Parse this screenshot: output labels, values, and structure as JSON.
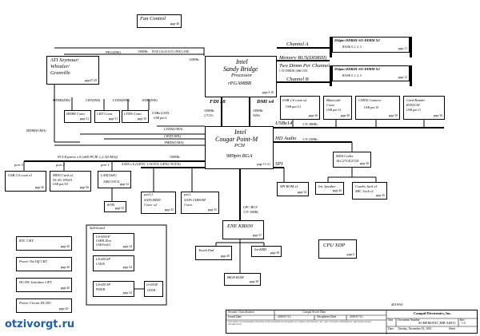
{
  "fan": {
    "title": "Fan Control",
    "page": "page 40"
  },
  "cpu": {
    "brand": "Intel",
    "name": "Sandy Bridge",
    "sub": "Processor",
    "pkg": "rPGA988B",
    "page": "page 4-10"
  },
  "pch": {
    "brand": "Intel",
    "name": "Cougar Point-M",
    "sub": "PCH",
    "pkg": "989pin BGA",
    "page": "page 13~21"
  },
  "gpu": {
    "l1": "ATI Seymour/",
    "l2": "Whistler/",
    "l3": "Granville",
    "page": "page27-29"
  },
  "dimm": [
    {
      "title": "204pin DDRIII-SO-DIMM X2",
      "bank": "BANK 0, 1, 2, 3",
      "page": "page 11"
    },
    {
      "title": "204pin DDRIII-SO-DIMM X2",
      "bank": "BANK 0, 1, 2, 3",
      "page": "page 12"
    }
  ],
  "channel_a": "Channel A",
  "channel_b": "Channel B",
  "mem_bus": "Memory BUS(DDRIII)",
  "mem_bus2": "Two Dimm Per Channel",
  "mem_bus3": "1.5V DDRIII 1066/1333",
  "peg": "PEG(DIS)",
  "peg_spec": "PCIE 2.0x16  5GT/s PER LANE",
  "peg_speed": "100MHz",
  "cpu_speed": "120MHz",
  "fdi": "FDI x8",
  "dmi": "DMI x4",
  "fdi_speed": "100MHz",
  "fdi_rate": "2.7GT/s",
  "dmi_speed": "100MHz",
  "dmi_rate": "5GB/s",
  "hdmi_dis": "HDMI(DIS)",
  "crt_dis": "CRT(DIS)",
  "lvds_dis": "LVDS(DIS)",
  "edp_dis": "EDP(DIS)",
  "hdmi_uma": "HDMI(UMA)",
  "lvds_uma": "LVDS(UMA)",
  "crt_uma": "CRT(UMA)",
  "tmds_uma": "TMDS(UMA)",
  "hdmi_conn": {
    "title": "HDMI Conn.",
    "page": "page 31"
  },
  "crt_conn": {
    "title": "CRT Conn.",
    "page": "page 31"
  },
  "lvds_conn": {
    "title": "LVDS Conn.",
    "page": "page 30"
  },
  "usbx1_left": {
    "title": "USBx1(3D)",
    "page": "USB port 4"
  },
  "usbx14": "USBx14",
  "usb_speed": "3.3V 48MHz",
  "hd_audio": "HD Audio",
  "hd_speed": "3.3V 24MHz",
  "usb_conn": {
    "title": "USB 2.0 conn x2",
    "l2": "USB port 0,1",
    "page": "page 36"
  },
  "bt_conn": {
    "title": "Bluetooth",
    "l2": "Conn",
    "l3": "USB port 13",
    "page": "page 40"
  },
  "cmos": {
    "title": "CMOS Camera",
    "l2": "USB port 10",
    "page": "page 30"
  },
  "card_reader": {
    "title": "Card Reader",
    "l2": "RTS5138",
    "l3": "USB port 11",
    "page": "page 36"
  },
  "pcie": "PCI-Express x 8  (x8D PCIE 1,2,3(UMA))",
  "pcie_speed": "100MHz",
  "sata": "SATA x 6 (GEN1 1.5GT/S, GEN2 3GT/S)",
  "port3": "port 3",
  "port2": "port 2",
  "port1": "port 1",
  "port0": "port 0",
  "port2b": "port 2",
  "usb20_x1": {
    "title": "USB 2.0 conn x1",
    "page": "page 40"
  },
  "mini_card": {
    "title": "MINI Card x2",
    "l2": "WLAN, WWAN",
    "l3": "USB port 8,9",
    "page": "page 36"
  },
  "lan": {
    "title": "LAN(GbE)",
    "l2": "AR8151/8152",
    "page": "page 32"
  },
  "rj45": {
    "title": "RJ45",
    "page": "page 33"
  },
  "sata_hdd": {
    "l0": "port 0,1",
    "title": "SATA HDD",
    "l2": "Conn. x2",
    "page": "page 35"
  },
  "sata_cd": {
    "l0": "port 2",
    "title": "SATA CDROM",
    "l2": "Conn.",
    "page": "page 35"
  },
  "spi": "SPI",
  "spi_rom": {
    "title": "SPI ROM x1",
    "page": "page 34"
  },
  "hda_codec": {
    "title": "HDA Codec",
    "l2": "ALC271X/272X",
    "page": "page 26"
  },
  "int_speaker": {
    "title": "Int. Speaker",
    "page": "page 26"
  },
  "combo_jack": {
    "title": "Combo Jack x1",
    "l2": "MIC Jack x1",
    "page": "page 26"
  },
  "lpc": "LPC BUS",
  "lpc_speed": "3.3V 33MHz",
  "ec": {
    "title": "ENE KB930",
    "page": "page 37"
  },
  "touchpad": {
    "title": "Touch Pad",
    "page": "page 38"
  },
  "int_kbd": {
    "title": "Int.KBD",
    "page": "page 38"
  },
  "bios_rom": {
    "title": "BIOS ROM",
    "page": "page 38"
  },
  "cpu_xdp": {
    "title": "CPU XDP",
    "page": "page 6"
  },
  "rtc": {
    "title": "RTC CKT.",
    "page": "page 20"
  },
  "power_onoff": {
    "title": "Power On/Off CKT.",
    "page": "page 40"
  },
  "dcdc": {
    "title": "DC/DC Interface CKT.",
    "page": "page 40"
  },
  "power_circuit": {
    "title": "Power Circuit DC/DC",
    "page": "page 42~"
  },
  "subboard": {
    "title": "Sub-board",
    "b1": {
      "title": "LS-6911P",
      "l2": "USB/B 2Port",
      "l3": "USB Port0,1",
      "page": "page 34"
    },
    "b2": {
      "title": "LS-6912P",
      "l2": "LAN/B",
      "page": "page 34"
    },
    "b3": {
      "title": "LS-6913P",
      "l2": "PWR/B",
      "page": "page 34"
    },
    "b4": {
      "title": "LS-6914P",
      "l2": "LED/B",
      "page": ""
    }
  },
  "titleblock": {
    "sec": "Security Classification",
    "sec_val": "Compal Secret Data",
    "issued": "Issued Date",
    "issued_val": "2010/07/12",
    "deciphered": "Deciphered Date",
    "deciphered_val": "2010/07/12",
    "company": "Compal Electronics, Inc.",
    "doc_title": "SCHEMATIC,MB A6911",
    "doc_no": "4019A9",
    "rev": "1.0",
    "notice": "THIS SHEET OF ENGINEERING DRAWING IS THE PROPRIETARY PROPERTY OF COMPAL ELECTRONICS, INC. AND CONTAINS CONFIDENTIAL AND TRADE SECRET INFORMATION.",
    "size_label": "Size",
    "docno_label": "Document Number",
    "rev_label": "Rev",
    "date_label": "Date:",
    "date_val": "Tuesday, November 30, 2010",
    "sheet_label": "Sheet"
  },
  "watermark": "otzivorgt.ru"
}
